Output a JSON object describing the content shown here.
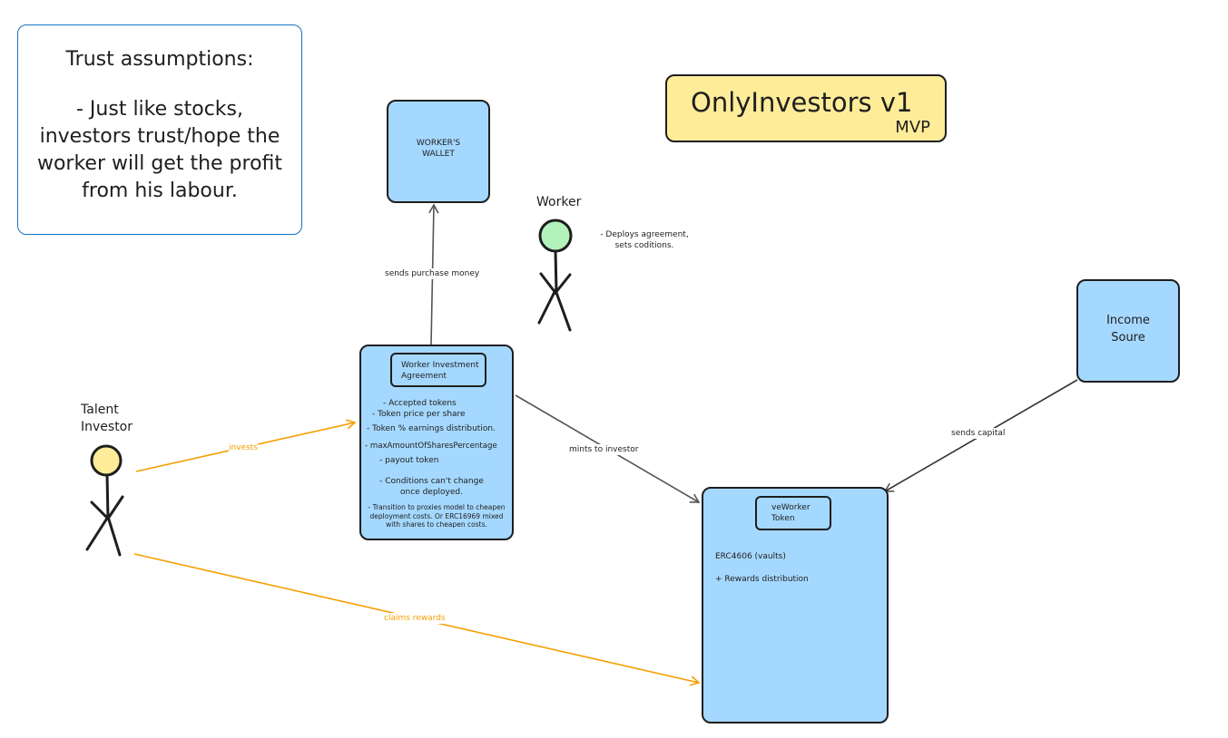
{
  "trust": {
    "title": "Trust assumptions:",
    "body": "- Just like stocks, investors trust/hope the worker will get the profit from his labour."
  },
  "title_card": {
    "title": "OnlyInvestors v1",
    "subtitle": "MVP"
  },
  "wallet": {
    "label": "WORKER'S WALLET"
  },
  "worker": {
    "label": "Worker",
    "note": "- Deploys agreement, sets coditions."
  },
  "income": {
    "label": "Income Soure"
  },
  "investor": {
    "label": "Talent Investor"
  },
  "agreement": {
    "title": "Worker Investment Agreement",
    "items": [
      "- Accepted tokens",
      "- Token price per share",
      "- Token % earnings distribution.",
      "- maxAmountOfSharesPercentage",
      "- payout token",
      "- Conditions can't change once deployed."
    ],
    "footnote": "- Transition to proxies model to cheapen deployment costs. Or ERC16969 mixed with shares to cheapen costs."
  },
  "veworker": {
    "title": "veWorker Token",
    "line1": "ERC4606 (vaults)",
    "line2": "+ Rewards distribution"
  },
  "arrows": {
    "purchase": "sends purchase money",
    "invests": "invests",
    "mints": "mints to investor",
    "capital": "sends capital",
    "claims": "claims rewards"
  },
  "colors": {
    "blue_fill": "#a5d8ff",
    "yellow_fill": "#ffec99",
    "green_fill": "#b2f2bb",
    "orange_arrow": "#f59f00",
    "stroke": "#1e1e1e",
    "frame_blue": "#1971c2"
  }
}
